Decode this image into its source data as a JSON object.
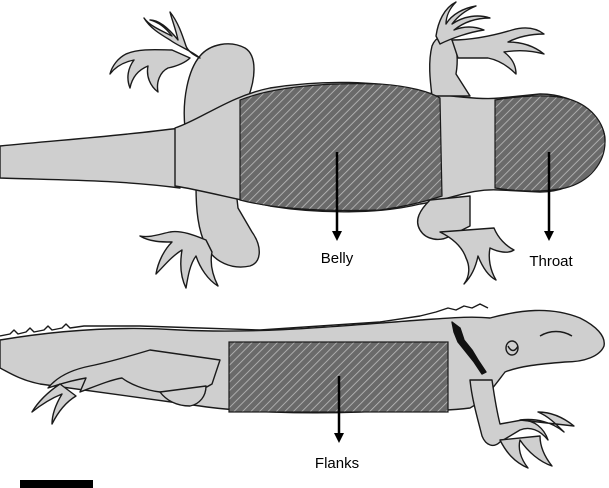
{
  "labels": {
    "belly": "Belly",
    "throat": "Throat",
    "flanks": "Flanks"
  },
  "colors": {
    "body_fill": "#cfcfcf",
    "hatch_fill": "#6a6a6a",
    "hatch_line": "#bdbdbd",
    "outline": "#1a1a1a",
    "arrow": "#000000"
  }
}
